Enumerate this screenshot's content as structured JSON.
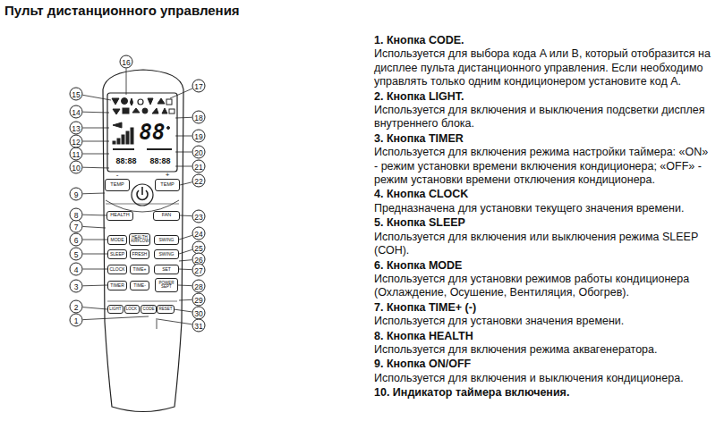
{
  "diagram": {
    "title": "Пульт дистанционного управления",
    "nodes": [
      {
        "text": [
          "TEMP"
        ]
      },
      {
        "text": [
          "TEMP"
        ]
      },
      {
        "text": [
          "HEALTH"
        ]
      },
      {
        "text": [
          "FAN"
        ]
      },
      {
        "text": [
          "MODE"
        ]
      },
      {
        "text": [
          "HEALTH AIRFLOW"
        ]
      },
      {
        "text": [
          "SWING"
        ]
      },
      {
        "text": [
          "SLEEP"
        ]
      },
      {
        "text": [
          "FRESH"
        ]
      },
      {
        "text": [
          "SWING"
        ]
      },
      {
        "text": [
          "CLOCK"
        ]
      },
      {
        "text": [
          "TIME+"
        ]
      },
      {
        "text": [
          "SET"
        ]
      },
      {
        "text": [
          "TIMER"
        ]
      },
      {
        "text": [
          "TIME-"
        ]
      },
      {
        "text": [
          "POWER SEPT"
        ]
      },
      {
        "text": [
          "LIGHT"
        ]
      },
      {
        "text": [
          "LOCK"
        ]
      },
      {
        "text": [
          "CODE"
        ]
      },
      {
        "text": [
          "RESET"
        ]
      }
    ],
    "labels": [
      "88",
      "88:88",
      "88:88",
      "-",
      "+",
      "1",
      "2",
      "3",
      "4",
      "5",
      "6",
      "7",
      "8",
      "9",
      "10",
      "11",
      "12",
      "13",
      "14",
      "15",
      "16",
      "17",
      "18",
      "19",
      "20",
      "21",
      "22",
      "23",
      "24",
      "25",
      "26",
      "27",
      "28",
      "29",
      "30",
      "31",
      "1. Кнопка CODE.",
      "Используется для выбора кода A или B, который отобразится на дисплее пульта дистанционного управления. Если необходимо управлять только одним кондиционером установите код А.",
      "2. Кнопка LIGHT.",
      "Используется для включения и выключения подсветки дисплея внутреннего блока.",
      "3. Кнопка TIMER",
      "Используется для включения режима настройки таймера: «ON» - режим установки времени включения кондиционера; «OFF» - режим установки времени отключения кондиционера.",
      "4. Кнопка CLOCK",
      "Предназначена для установки текущего значения времени.",
      "5. Кнопка SLEEP",
      "Используется для включения или выключения режима SLEEP (СОН).",
      "6. Кнопка MODE",
      "Используется для установки режимов работы кондиционера (Охлаждение, Осушение, Вентиляция, Обогрев).",
      "7. Кнопка TIME+ (-)",
      "Используется для установки значения времени.",
      "8. Кнопка HEALTH",
      "Используется для включения режима аквагенератора.",
      "9. Кнопка ON/OFF",
      "Используется для включения и выключения кондиционера.",
      "10. Индикатор таймера включения."
    ]
  }
}
